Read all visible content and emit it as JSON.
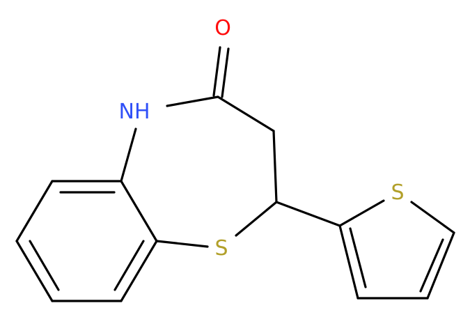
{
  "molecule": {
    "atoms": {
      "oxygen": {
        "label": "O",
        "color": "#ff0d0d"
      },
      "amide_nitrogen": {
        "label": "NH",
        "color": "#3050f8"
      },
      "ring_sulfur": {
        "label": "S",
        "color": "#b2a02a"
      },
      "thiophene_sulfur": {
        "label": "S",
        "color": "#b2a02a"
      }
    },
    "bond_color": "#000000"
  }
}
